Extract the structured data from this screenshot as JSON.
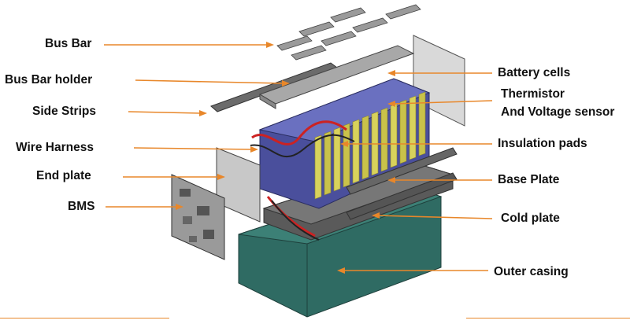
{
  "labels": {
    "bus_bar": "Bus Bar",
    "bus_bar_holder": "Bus Bar holder",
    "side_strips": "Side Strips",
    "wire_harness": "Wire Harness",
    "end_plate": "End plate",
    "bms": "BMS",
    "battery_cells": "Battery cells",
    "thermistor_line1": "Thermistor",
    "thermistor_line2": "And Voltage sensor",
    "insulation_pads": "Insulation pads",
    "base_plate": "Base Plate",
    "cold_plate": "Cold plate",
    "outer_casing": "Outer casing"
  },
  "colors": {
    "arrow": "#e8872a",
    "casing": "#2f6b63",
    "cells": "#4a4f9c",
    "pads": "#c9c24a",
    "plates": "#8a8a8a"
  }
}
